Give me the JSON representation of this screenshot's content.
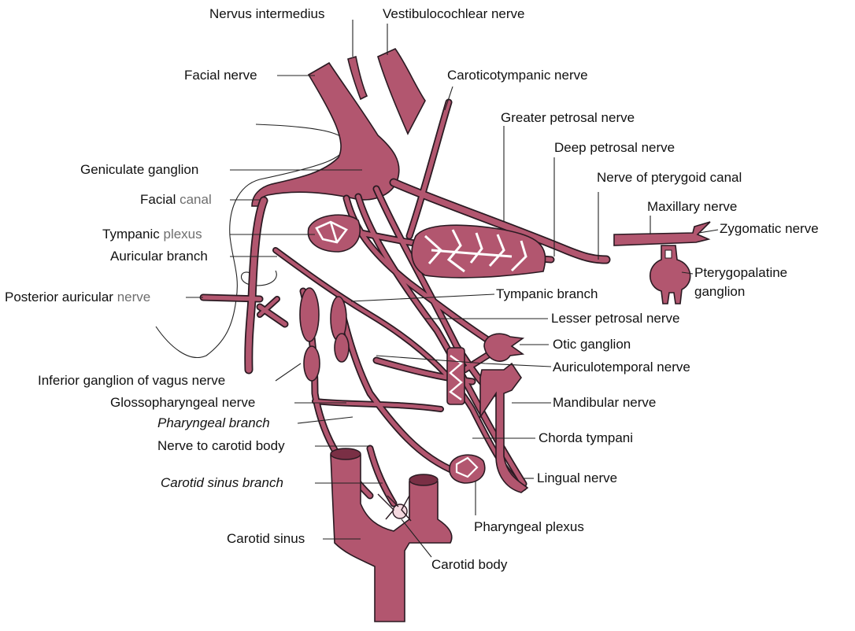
{
  "colors": {
    "nerve": "#b2566f",
    "outline": "#2a1a22",
    "background": "#ffffff"
  },
  "labels": {
    "nervus_intermedius": "Nervus intermedius",
    "vestibulocochlear_nerve": "Vestibulocochlear nerve",
    "facial_nerve": "Facial nerve",
    "caroticotympanic_nerve": "Caroticotympanic nerve",
    "greater_petrosal_nerve": "Greater petrosal nerve",
    "deep_petrosal_nerve": "Deep petrosal nerve",
    "geniculate_ganglion": "Geniculate ganglion",
    "nerve_of_pterygoid_canal": "Nerve of pterygoid canal",
    "facial_canal": {
      "main": "Facial",
      "muted": "canal"
    },
    "maxillary_nerve": "Maxillary nerve",
    "tympanic_plexus": {
      "main": "Tympanic",
      "muted": "plexus"
    },
    "zygomatic_nerve": "Zygomatic nerve",
    "auricular_branch": "Auricular branch",
    "pterygopalatine_ganglion_1": "Pterygopalatine",
    "pterygopalatine_ganglion_2": "ganglion",
    "posterior_auricular_nerve": {
      "main": "Posterior auricular",
      "muted": "nerve"
    },
    "tympanic_branch": "Tympanic branch",
    "lesser_petrosal_nerve": "Lesser petrosal nerve",
    "otic_ganglion": "Otic ganglion",
    "auriculotemporal_nerve": "Auriculotemporal nerve",
    "inferior_ganglion_of_vagus_nerve": "Inferior ganglion of vagus nerve",
    "mandibular_nerve": "Mandibular nerve",
    "glossopharyngeal_nerve": "Glossopharyngeal nerve",
    "pharyngeal_branch": "Pharyngeal branch",
    "chorda_tympani": "Chorda tympani",
    "nerve_to_carotid_body": "Nerve to carotid body",
    "lingual_nerve": "Lingual nerve",
    "carotid_sinus_branch": "Carotid sinus branch",
    "pharyngeal_plexus": "Pharyngeal plexus",
    "carotid_sinus": "Carotid sinus",
    "carotid_body": "Carotid body"
  }
}
